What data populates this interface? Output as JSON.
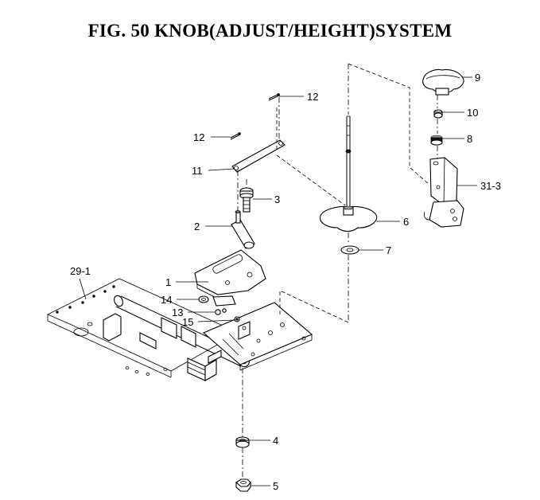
{
  "figure": {
    "title": "FIG. 50  KNOB(ADJUST/HEIGHT)SYSTEM"
  },
  "callouts": {
    "c1": "1",
    "c2": "2",
    "c3": "3",
    "c4": "4",
    "c5": "5",
    "c6": "6",
    "c7": "7",
    "c8": "8",
    "c9": "9",
    "c10": "10",
    "c11": "11",
    "c12a": "12",
    "c12b": "12",
    "c13": "13",
    "c14": "14",
    "c15": "15",
    "c29_1": "29-1",
    "c31_3": "31-3"
  }
}
